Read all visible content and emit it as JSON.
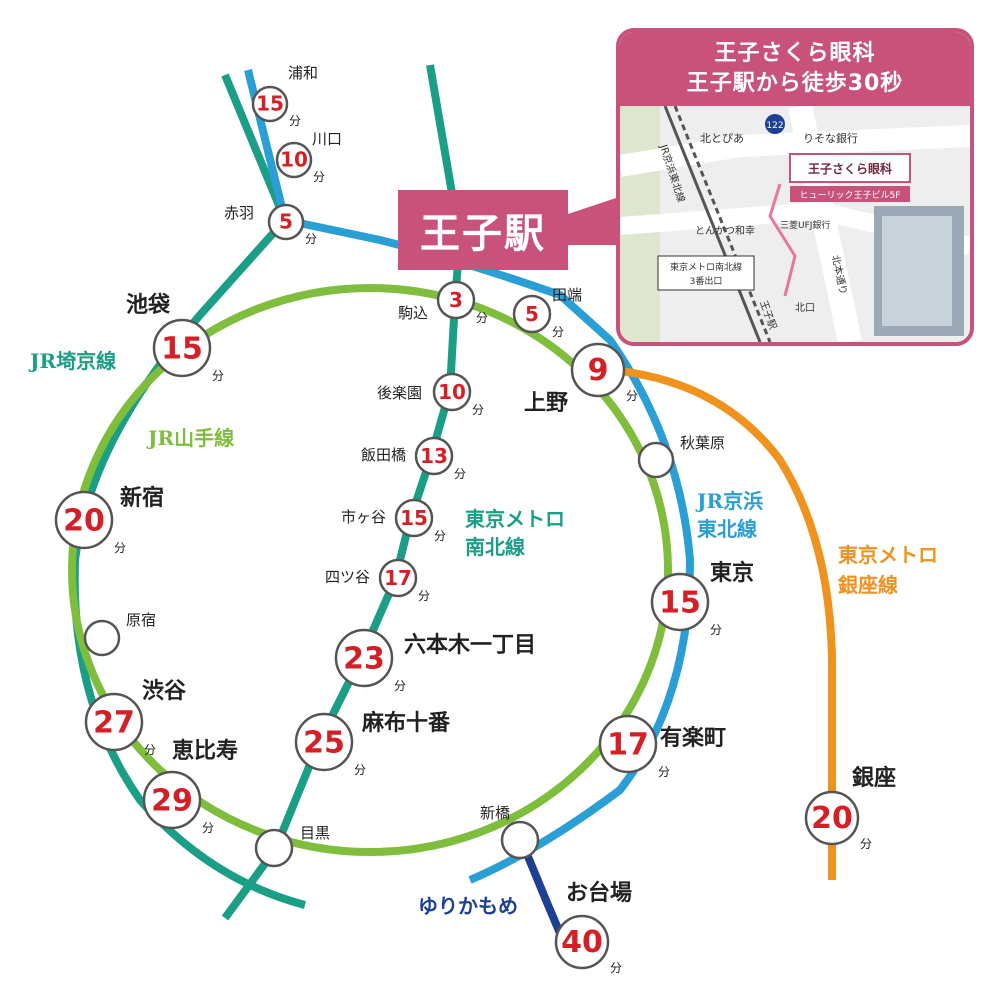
{
  "origin": {
    "name": "王子駅"
  },
  "panel": {
    "title_line1": "王子さくら眼科",
    "title_line2": "王子駅から徒歩30秒",
    "map": {
      "clinic_label": "王子さくら眼科",
      "building_label": "ヒューリック王子ビル5F",
      "route_sign": "122",
      "landmarks": [
        "北とぴあ",
        "りそな銀行",
        "とんかつ和幸",
        "三菱UFJ銀行",
        "北本通り",
        "北口",
        "王子駅"
      ],
      "rail_label": "JR京浜東北線",
      "exit_label_line1": "東京メトロ南北線",
      "exit_label_line2": "3番出口"
    }
  },
  "unit": "分",
  "lines": {
    "saikyo": {
      "label": "JR埼京線",
      "color": "#1a9e86"
    },
    "yamanote": {
      "label": "JR山手線",
      "color": "#7fbe3c"
    },
    "keihin_line1": "JR京浜",
    "keihin_line2": "東北線",
    "keihin_color": "#2a9fd6",
    "namboku_line1": "東京メトロ",
    "namboku_line2": "南北線",
    "namboku_color": "#1a9e86",
    "ginza_line1": "東京メトロ",
    "ginza_line2": "銀座線",
    "ginza_color": "#f0921e",
    "yurikamome": {
      "label": "ゆりかもめ",
      "color": "#1d3f94"
    }
  },
  "stations": {
    "urawa": {
      "name": "浦和",
      "min": "15"
    },
    "kawaguchi": {
      "name": "川口",
      "min": "10"
    },
    "akabane": {
      "name": "赤羽",
      "min": "5"
    },
    "ikebukuro": {
      "name": "池袋",
      "min": "15"
    },
    "shinjuku": {
      "name": "新宿",
      "min": "20"
    },
    "harajuku": {
      "name": "原宿"
    },
    "shibuya": {
      "name": "渋谷",
      "min": "27"
    },
    "ebisu": {
      "name": "恵比寿",
      "min": "29"
    },
    "meguro": {
      "name": "目黒"
    },
    "komagome": {
      "name": "駒込",
      "min": "3"
    },
    "tabata": {
      "name": "田端",
      "min": "5"
    },
    "ueno": {
      "name": "上野",
      "min": "9"
    },
    "akihabara": {
      "name": "秋葉原"
    },
    "tokyo": {
      "name": "東京",
      "min": "15"
    },
    "yurakucho": {
      "name": "有楽町",
      "min": "17"
    },
    "shimbashi": {
      "name": "新橋"
    },
    "odaiba": {
      "name": "お台場",
      "min": "40"
    },
    "ginza": {
      "name": "銀座",
      "min": "20"
    },
    "korakuen": {
      "name": "後楽園",
      "min": "10"
    },
    "iidabashi": {
      "name": "飯田橋",
      "min": "13"
    },
    "ichigaya": {
      "name": "市ヶ谷",
      "min": "15"
    },
    "yotsuya": {
      "name": "四ツ谷",
      "min": "17"
    },
    "roppongi": {
      "name": "六本木一丁目",
      "min": "23"
    },
    "azabu": {
      "name": "麻布十番",
      "min": "25"
    }
  }
}
